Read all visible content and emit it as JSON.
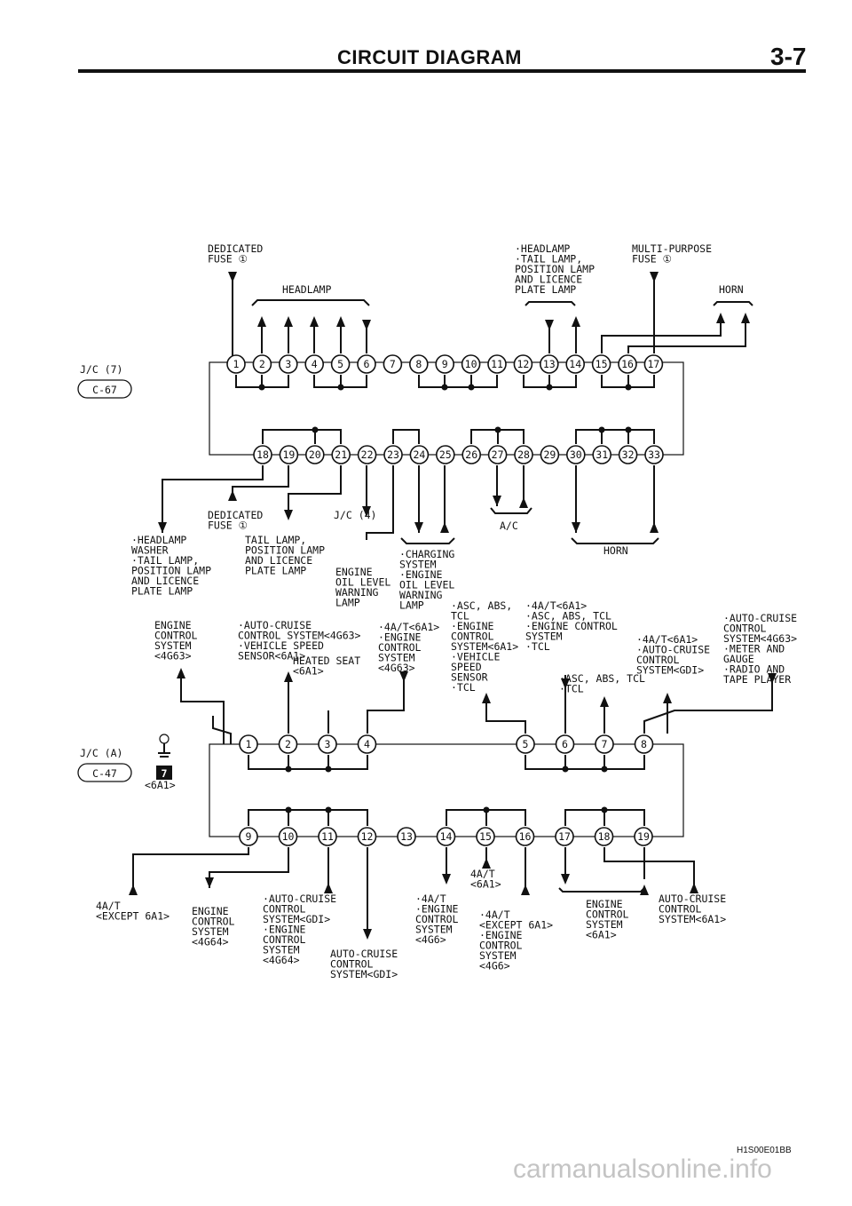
{
  "header": {
    "title": "CIRCUIT DIAGRAM",
    "page": "3-7"
  },
  "footer": {
    "code": "H1S00E01BB",
    "watermark": "carmanualsonline.info"
  },
  "jc7": {
    "name": "J/C (7)",
    "ref": "C-67",
    "top_pins": [
      "1",
      "2",
      "3",
      "4",
      "5",
      "6",
      "7",
      "8",
      "9",
      "10",
      "11",
      "12",
      "13",
      "14",
      "15",
      "16",
      "17"
    ],
    "bottom_pins": [
      "18",
      "19",
      "20",
      "21",
      "22",
      "23",
      "24",
      "25",
      "26",
      "27",
      "28",
      "29",
      "30",
      "31",
      "32",
      "33"
    ]
  },
  "jca": {
    "name": "J/C (A)",
    "ref": "C-47",
    "variant": "<6A1>",
    "top_pins": [
      "1",
      "2",
      "3",
      "4",
      "5",
      "6",
      "7",
      "8"
    ],
    "bottom_pins": [
      "9",
      "10",
      "11",
      "12",
      "13",
      "14",
      "15",
      "16",
      "17",
      "18",
      "19"
    ]
  },
  "labels": [
    {
      "id": "l0",
      "lines": [
        "DEDICATED",
        "FUSE ①"
      ]
    },
    {
      "id": "l1",
      "lines": [
        "HEADLAMP"
      ]
    },
    {
      "id": "l2",
      "lines": [
        "·HEADLAMP",
        "·TAIL LAMP,",
        "POSITION LAMP",
        "AND LICENCE",
        "PLATE LAMP"
      ]
    },
    {
      "id": "l3",
      "lines": [
        "MULTI-PURPOSE",
        "FUSE ①"
      ]
    },
    {
      "id": "l4",
      "lines": [
        "HORN"
      ]
    },
    {
      "id": "l5",
      "lines": [
        "DEDICATED",
        "FUSE ①"
      ]
    },
    {
      "id": "l6",
      "lines": [
        "J/C (4)"
      ]
    },
    {
      "id": "l7",
      "lines": [
        "A/C"
      ]
    },
    {
      "id": "l8",
      "lines": [
        "·HEADLAMP",
        "WASHER",
        "·TAIL LAMP,",
        "POSITION LAMP",
        "AND LICENCE",
        "PLATE LAMP"
      ]
    },
    {
      "id": "l9",
      "lines": [
        "TAIL LAMP,",
        "POSITION LAMP",
        "AND LICENCE",
        "PLATE LAMP"
      ]
    },
    {
      "id": "l10",
      "lines": [
        "ENGINE",
        "OIL LEVEL",
        "WARNING",
        "LAMP"
      ]
    },
    {
      "id": "l11",
      "lines": [
        "·CHARGING",
        "SYSTEM",
        "·ENGINE",
        "OIL LEVEL",
        "WARNING",
        "LAMP"
      ]
    },
    {
      "id": "l12",
      "lines": [
        "HORN"
      ]
    },
    {
      "id": "l13",
      "lines": [
        "ENGINE",
        "CONTROL",
        "SYSTEM",
        "<4G63>"
      ]
    },
    {
      "id": "l14",
      "lines": [
        "·AUTO-CRUISE",
        "CONTROL SYSTEM<4G63>",
        "·VEHICLE SPEED",
        "SENSOR<6A1>"
      ]
    },
    {
      "id": "l15",
      "lines": [
        "·4A/T<6A1>",
        "·ENGINE",
        "CONTROL",
        "SYSTEM",
        "<4G63>"
      ]
    },
    {
      "id": "l16",
      "lines": [
        "·ASC, ABS,",
        "TCL",
        "·ENGINE",
        "CONTROL",
        "SYSTEM<6A1>",
        "·VEHICLE",
        "SPEED",
        "SENSOR",
        "·TCL"
      ]
    },
    {
      "id": "l17",
      "lines": [
        "·4A/T<6A1>",
        "·ASC, ABS, TCL",
        "·ENGINE CONTROL",
        "SYSTEM",
        "·TCL"
      ]
    },
    {
      "id": "l18",
      "lines": [
        "·4A/T<6A1>",
        "·AUTO-CRUISE",
        "CONTROL",
        "SYSTEM<GDI>"
      ]
    },
    {
      "id": "l19",
      "lines": [
        "·AUTO-CRUISE",
        "CONTROL",
        "SYSTEM<4G63>",
        "·METER AND",
        "GAUGE",
        "·RADIO AND",
        "TAPE PLAYER"
      ]
    },
    {
      "id": "l20",
      "lines": [
        "HEATED SEAT",
        "<6A1>"
      ]
    },
    {
      "id": "l21",
      "lines": [
        "·ASC, ABS, TCL",
        "·TCL"
      ]
    },
    {
      "id": "l22",
      "lines": [
        "4A/T",
        "<EXCEPT 6A1>"
      ]
    },
    {
      "id": "l23",
      "lines": [
        "ENGINE",
        "CONTROL",
        "SYSTEM",
        "<4G64>"
      ]
    },
    {
      "id": "l24",
      "lines": [
        "·AUTO-CRUISE",
        "CONTROL",
        "SYSTEM<GDI>",
        "·ENGINE",
        "CONTROL",
        "SYSTEM",
        "<4G64>"
      ]
    },
    {
      "id": "l25",
      "lines": [
        "AUTO-CRUISE",
        "CONTROL",
        "SYSTEM<GDI>"
      ]
    },
    {
      "id": "l26",
      "lines": [
        "·4A/T",
        "·ENGINE",
        "CONTROL",
        "SYSTEM",
        "<4G6>"
      ]
    },
    {
      "id": "l27",
      "lines": [
        "4A/T",
        "<6A1>"
      ]
    },
    {
      "id": "l28",
      "lines": [
        "·4A/T",
        "<EXCEPT 6A1>",
        "·ENGINE",
        "CONTROL",
        "SYSTEM",
        "<4G6>"
      ]
    },
    {
      "id": "l29",
      "lines": [
        "ENGINE",
        "CONTROL",
        "SYSTEM",
        "<6A1>"
      ]
    },
    {
      "id": "l30",
      "lines": [
        "AUTO-CRUISE",
        "CONTROL",
        "SYSTEM<6A1>"
      ]
    }
  ]
}
